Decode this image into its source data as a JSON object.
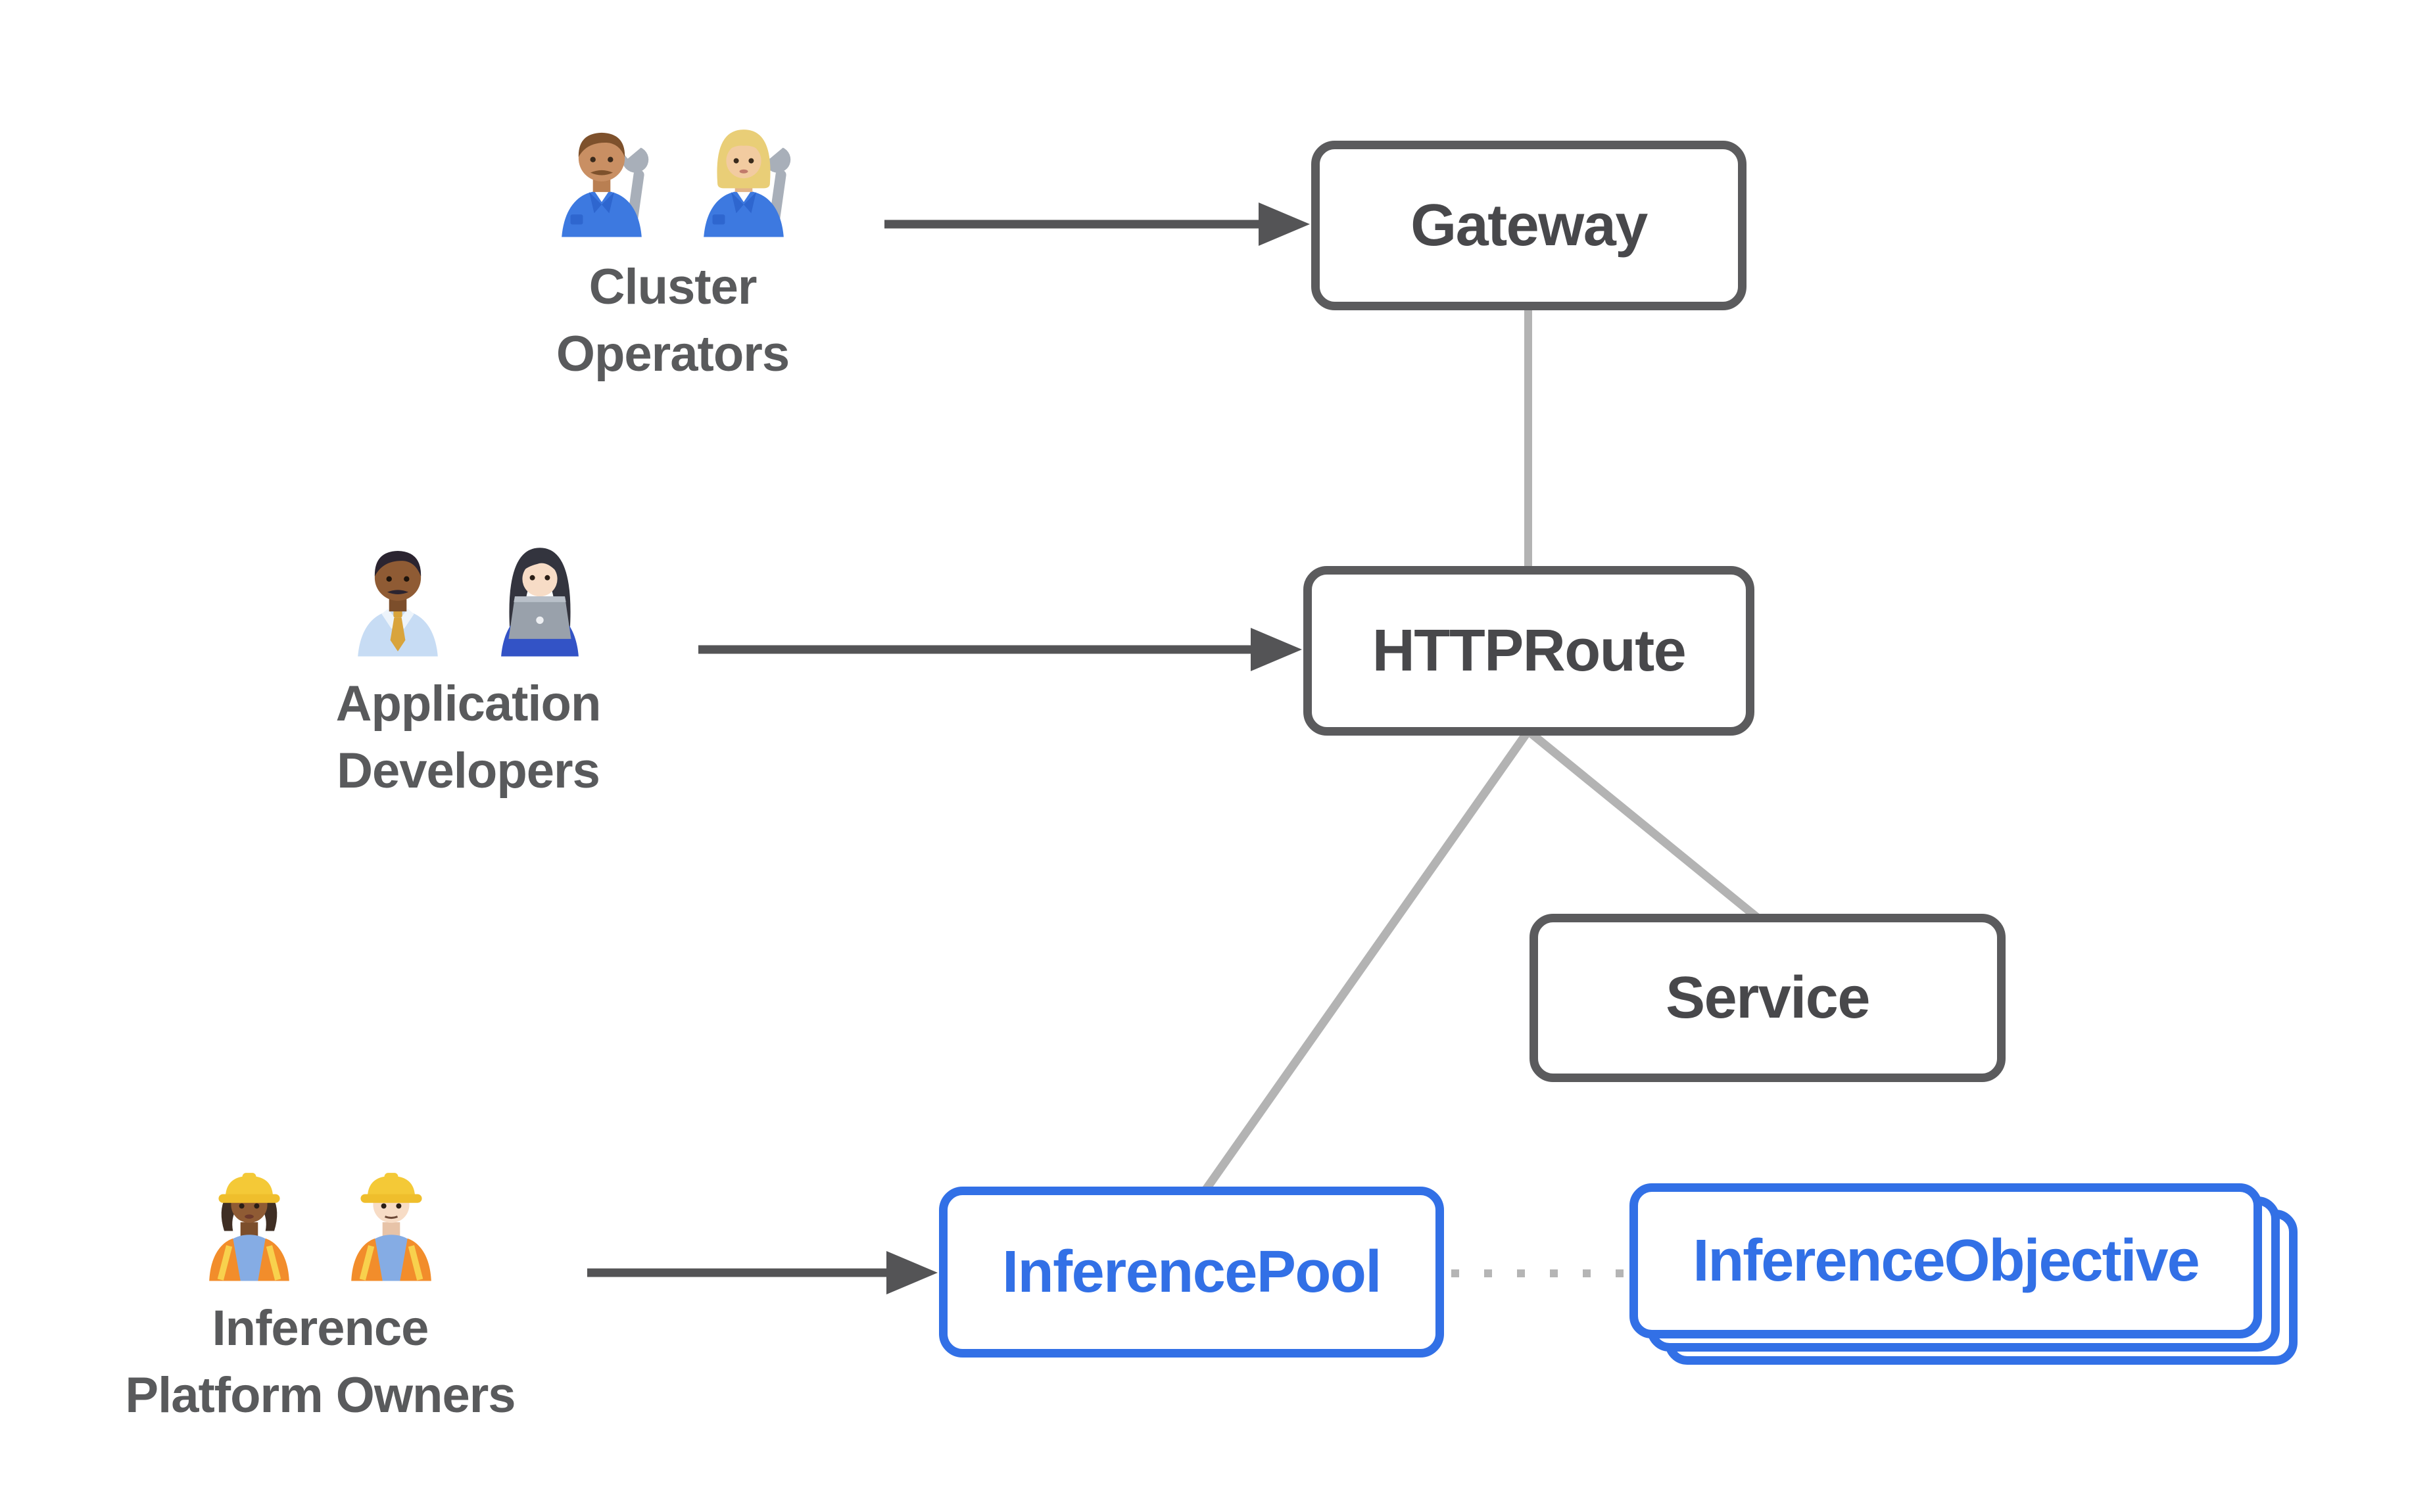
{
  "diagram": {
    "background": "#FFFFFF",
    "colors": {
      "node_border_gray": "#5B5B5D",
      "node_text_gray": "#48484B",
      "blue_accent": "#3270E6",
      "connector_line_gray": "#B3B3B3",
      "dotted_line_gray": "#B5B5B5",
      "arrow_dark_gray": "#545456",
      "actor_label_gray": "#595A5C"
    },
    "actors": [
      {
        "id": "cluster-operators",
        "label_lines": [
          "Cluster",
          "Operators"
        ],
        "emojis": [
          "👨🏽‍🔧",
          "👩🏼‍🔧"
        ],
        "icon_names": [
          "man-mechanic",
          "woman-mechanic"
        ]
      },
      {
        "id": "application-developers",
        "label_lines": [
          "Application",
          "Developers"
        ],
        "emojis": [
          "👨🏾‍💼",
          "👩🏻‍💻"
        ],
        "icon_names": [
          "man-office-worker",
          "woman-technologist"
        ]
      },
      {
        "id": "inference-platform-owners",
        "label_lines": [
          "Inference",
          "Platform Owners"
        ],
        "emojis": [
          "👷🏾‍♀️",
          "👷🏻"
        ],
        "icon_names": [
          "woman-construction-worker",
          "man-construction-worker"
        ]
      }
    ],
    "nodes": {
      "gateway": {
        "label": "Gateway",
        "style": "gray"
      },
      "httproute": {
        "label": "HTTPRoute",
        "style": "gray"
      },
      "service": {
        "label": "Service",
        "style": "gray"
      },
      "inferencepool": {
        "label": "InferencePool",
        "style": "blue"
      },
      "inferenceobjective": {
        "label": "InferenceObjective",
        "style": "blue-stacked"
      }
    },
    "edges": [
      {
        "from": "cluster-operators",
        "to": "gateway",
        "style": "solid-arrow"
      },
      {
        "from": "application-developers",
        "to": "httproute",
        "style": "solid-arrow"
      },
      {
        "from": "inference-platform-owners",
        "to": "inferencepool",
        "style": "solid-arrow"
      },
      {
        "from": "gateway",
        "to": "httproute",
        "style": "plain-line"
      },
      {
        "from": "httproute",
        "to": "inferencepool",
        "style": "plain-line"
      },
      {
        "from": "httproute",
        "to": "service",
        "style": "plain-line"
      },
      {
        "from": "inferencepool",
        "to": "inferenceobjective",
        "style": "dotted-line"
      }
    ]
  }
}
